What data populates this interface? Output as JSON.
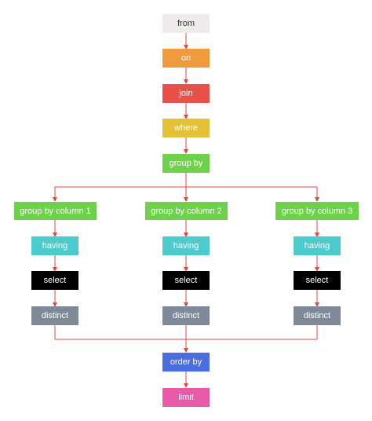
{
  "nodes": {
    "from": {
      "label": "from",
      "color": "#eeebea"
    },
    "on": {
      "label": "on",
      "color": "#ef9a3c"
    },
    "join": {
      "label": "join",
      "color": "#e8504a"
    },
    "where": {
      "label": "where",
      "color": "#e3c137"
    },
    "group_by": {
      "label": "group by",
      "color": "#6dd14a"
    },
    "columns": [
      {
        "group": {
          "label": "group by column 1",
          "color": "#6dd14a"
        },
        "having": {
          "label": "having",
          "color": "#4ccbcc"
        },
        "select": {
          "label": "select",
          "color": "#000000"
        },
        "distinct": {
          "label": "distinct",
          "color": "#7e8a97"
        }
      },
      {
        "group": {
          "label": "group by column 2",
          "color": "#6dd14a"
        },
        "having": {
          "label": "having",
          "color": "#4ccbcc"
        },
        "select": {
          "label": "select",
          "color": "#000000"
        },
        "distinct": {
          "label": "distinct",
          "color": "#7e8a97"
        }
      },
      {
        "group": {
          "label": "group by column 3",
          "color": "#6dd14a"
        },
        "having": {
          "label": "having",
          "color": "#4ccbcc"
        },
        "select": {
          "label": "select",
          "color": "#000000"
        },
        "distinct": {
          "label": "distinct",
          "color": "#7e8a97"
        }
      }
    ],
    "order_by": {
      "label": "order by",
      "color": "#4a6de0"
    },
    "limit": {
      "label": "limit",
      "color": "#e85aa8"
    }
  },
  "edge_color": "#e8453c"
}
